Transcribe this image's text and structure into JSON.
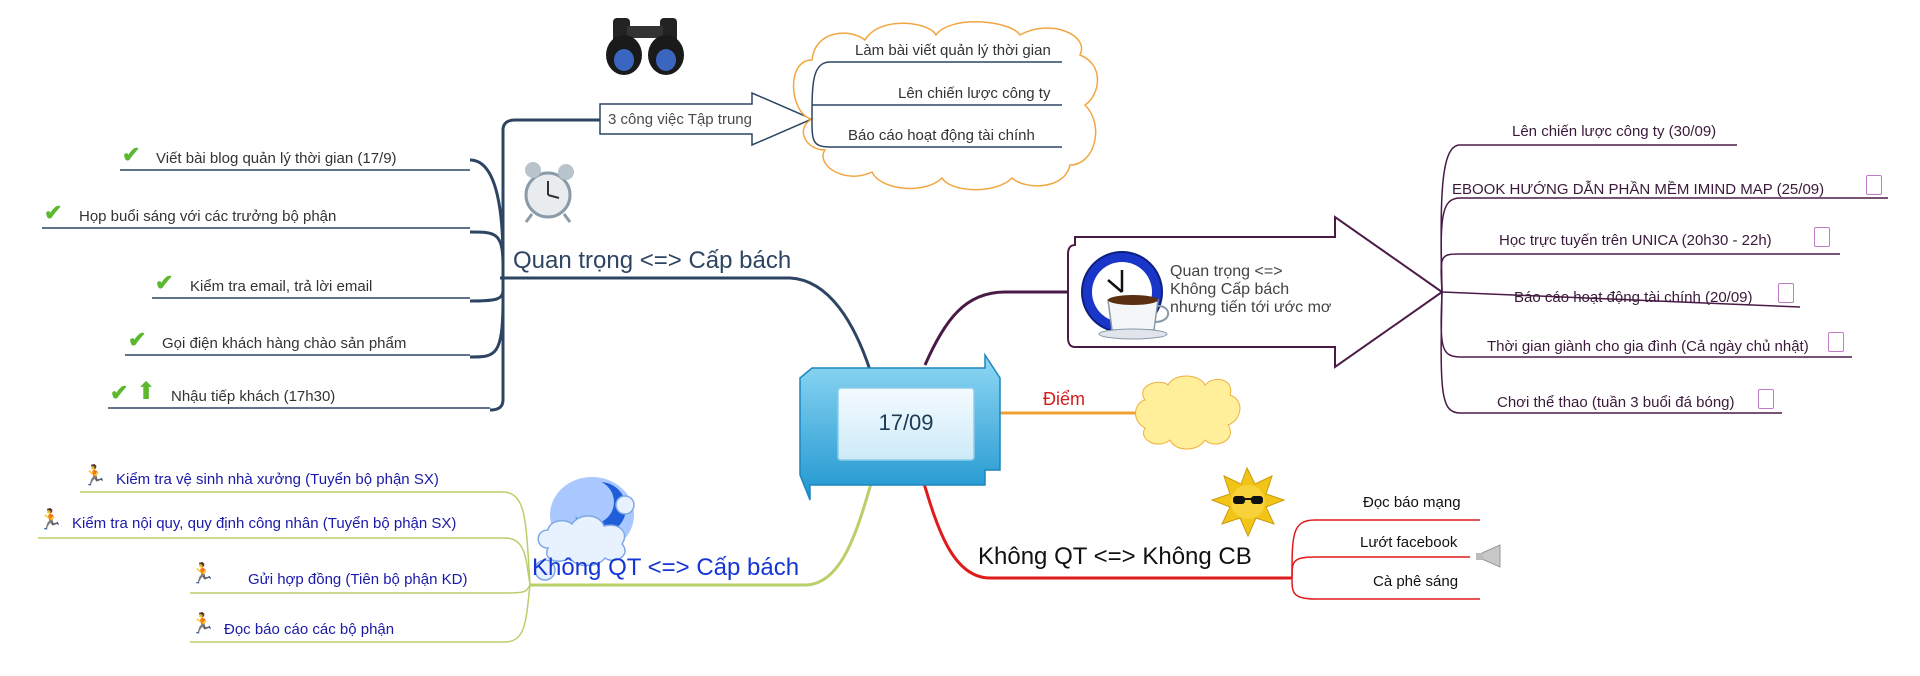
{
  "center": {
    "label": "17/09"
  },
  "q1": {
    "title": "Quan trọng <=> Cấp bách",
    "tasks": [
      "Viết bài blog quản lý thời gian (17/9)",
      "Họp buổi sáng với các trưởng bộ phận",
      "Kiểm tra email, trả lời email",
      "Gọi điện khách hàng chào sản phẩm",
      "Nhậu tiếp khách (17h30)"
    ],
    "focus": {
      "label": "3 công việc Tập trung",
      "items": [
        "Làm bài viết quản lý thời gian",
        "Lên chiến lược công ty",
        "Báo cáo hoạt động tài chính"
      ]
    }
  },
  "q2": {
    "title_lines": [
      "Quan trọng <=>",
      "Không Cấp bách",
      "nhưng tiến tới ước mơ"
    ],
    "items": [
      "Lên chiến lược công ty (30/09)",
      "EBOOK HƯỚNG DẪN PHẦN MỀM IMIND MAP (25/09)",
      "Học trực tuyến trên UNICA (20h30 - 22h)",
      "Báo cáo hoạt động tài chính (20/09)",
      "Thời gian giành cho gia đình (Cả ngày chủ nhật)",
      "Chơi thể thao (tuần 3 buổi đá bóng)"
    ]
  },
  "diem": {
    "label": "Điểm"
  },
  "q3": {
    "title": "Không QT <=> Cấp bách",
    "items": [
      "Kiểm tra vệ sinh nhà xưởng (Tuyển bộ phận SX)",
      "Kiểm tra nội quy, quy định công nhân (Tuyển bộ phận SX)",
      "Gửi hợp đồng (Tiên bộ phận KD)",
      "Đọc báo cáo các bộ phận"
    ]
  },
  "q4": {
    "title": "Không QT <=> Không CB",
    "items": [
      "Đọc báo mạng",
      "Lướt facebook",
      "Cà phê sáng"
    ]
  },
  "colors": {
    "q1": "#2d4563",
    "q2": "#4a1a46",
    "q3": "#b9cf6a",
    "q4": "#e01b1b",
    "diem": "#f0a030",
    "center": "#38aee0",
    "check": "#5cb82e"
  },
  "icons": [
    "binoculars-icon",
    "alarm-clock-icon",
    "clock-cup-icon",
    "sun-sunglasses-icon",
    "cloud-icon",
    "checkmark-icon",
    "arrow-up-icon",
    "runner-icon",
    "note-icon",
    "megaphone-icon"
  ]
}
